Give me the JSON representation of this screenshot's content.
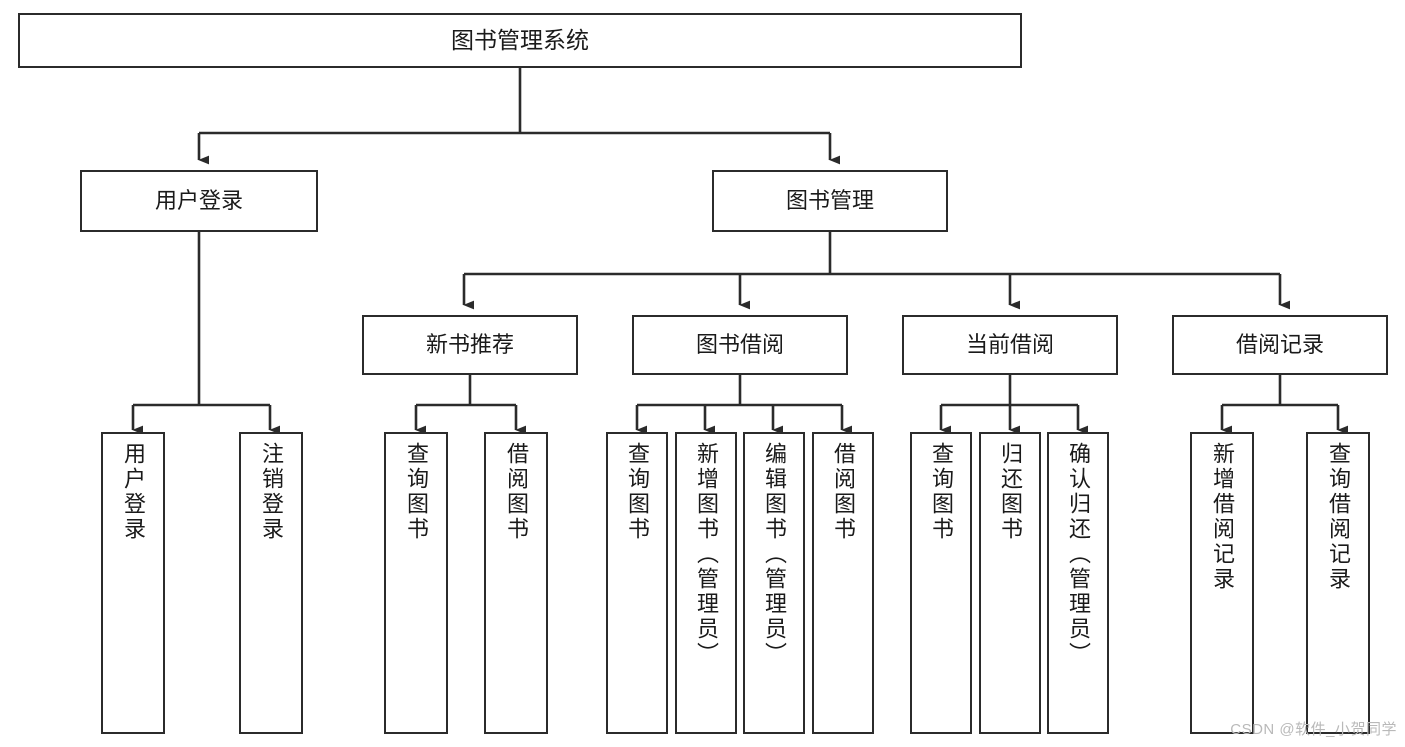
{
  "diagram": {
    "title": "图书管理系统",
    "type": "tree",
    "watermark": "CSDN @软件_小贺同学",
    "colors": {
      "node_border": "#2b2b2b",
      "node_fill": "#ffffff",
      "edge": "#2b2b2b",
      "text": "#1a1a1a",
      "watermark": "#b9b9b9",
      "background": "#ffffff"
    },
    "nodes": {
      "root": {
        "label": "图书管理系统"
      },
      "level2": [
        {
          "id": "user-login",
          "label": "用户登录"
        },
        {
          "id": "book-manage",
          "label": "图书管理"
        }
      ],
      "level3": [
        {
          "id": "new-book-recommend",
          "label": "新书推荐"
        },
        {
          "id": "book-borrow",
          "label": "图书借阅"
        },
        {
          "id": "current-borrow",
          "label": "当前借阅"
        },
        {
          "id": "borrow-record",
          "label": "借阅记录"
        }
      ],
      "leaves": [
        {
          "id": "leaf-user-login",
          "label": "用户登录",
          "parent": "user-login"
        },
        {
          "id": "leaf-logout",
          "label": "注销登录",
          "parent": "user-login"
        },
        {
          "id": "leaf-query-book-1",
          "label": "查询图书",
          "parent": "new-book-recommend"
        },
        {
          "id": "leaf-borrow-book-1",
          "label": "借阅图书",
          "parent": "new-book-recommend"
        },
        {
          "id": "leaf-query-book-2",
          "label": "查询图书",
          "parent": "book-borrow"
        },
        {
          "id": "leaf-add-book",
          "label": "新增图书（管理员）",
          "parent": "book-borrow"
        },
        {
          "id": "leaf-edit-book",
          "label": "编辑图书（管理员）",
          "parent": "book-borrow"
        },
        {
          "id": "leaf-borrow-book-2",
          "label": "借阅图书",
          "parent": "book-borrow"
        },
        {
          "id": "leaf-query-book-3",
          "label": "查询图书",
          "parent": "current-borrow"
        },
        {
          "id": "leaf-return-book",
          "label": "归还图书",
          "parent": "current-borrow"
        },
        {
          "id": "leaf-confirm-return",
          "label": "确认归还（管理员）",
          "parent": "current-borrow"
        },
        {
          "id": "leaf-add-record",
          "label": "新增借阅记录",
          "parent": "borrow-record"
        },
        {
          "id": "leaf-query-record",
          "label": "查询借阅记录",
          "parent": "borrow-record"
        }
      ]
    }
  }
}
